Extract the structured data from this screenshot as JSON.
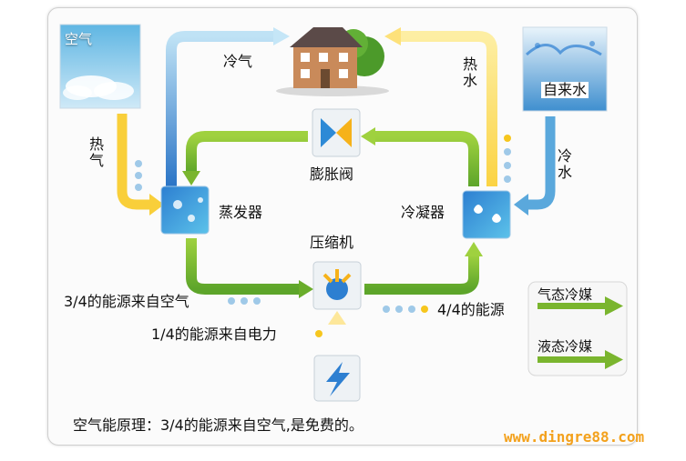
{
  "labels": {
    "air": "空气",
    "tap_water": "自来水",
    "cold_air": "冷气",
    "hot_water": "热水",
    "hot_air": "热气",
    "cold_water": "冷水",
    "expansion_valve": "膨胀阀",
    "evaporator": "蒸发器",
    "condenser": "冷凝器",
    "compressor": "压缩机",
    "energy_from_air": "3/4的能源来自空气",
    "energy_total": "4/4的能源",
    "energy_from_electric": "1/4的能源来自电力",
    "principle": "空气能原理：3/4的能源来自空气,是免费的。",
    "watermark": "www.dingre88.com"
  },
  "legend": {
    "gas_refrigerant": "气态冷媒",
    "liquid_refrigerant": "液态冷媒"
  },
  "colors": {
    "gas_refrigerant": "#7ab52e",
    "liquid_refrigerant": "#7ab52e",
    "cold_flow": "#5aa8dc",
    "hot_flow": "#f6c61e",
    "electric_flow": "#f7b313",
    "watermark": "#f3a11c"
  },
  "icons": [
    "air-sky-icon",
    "house-icon",
    "tap-water-icon",
    "expansion-valve-icon",
    "evaporator-icon",
    "condenser-icon",
    "compressor-icon",
    "electricity-icon"
  ]
}
